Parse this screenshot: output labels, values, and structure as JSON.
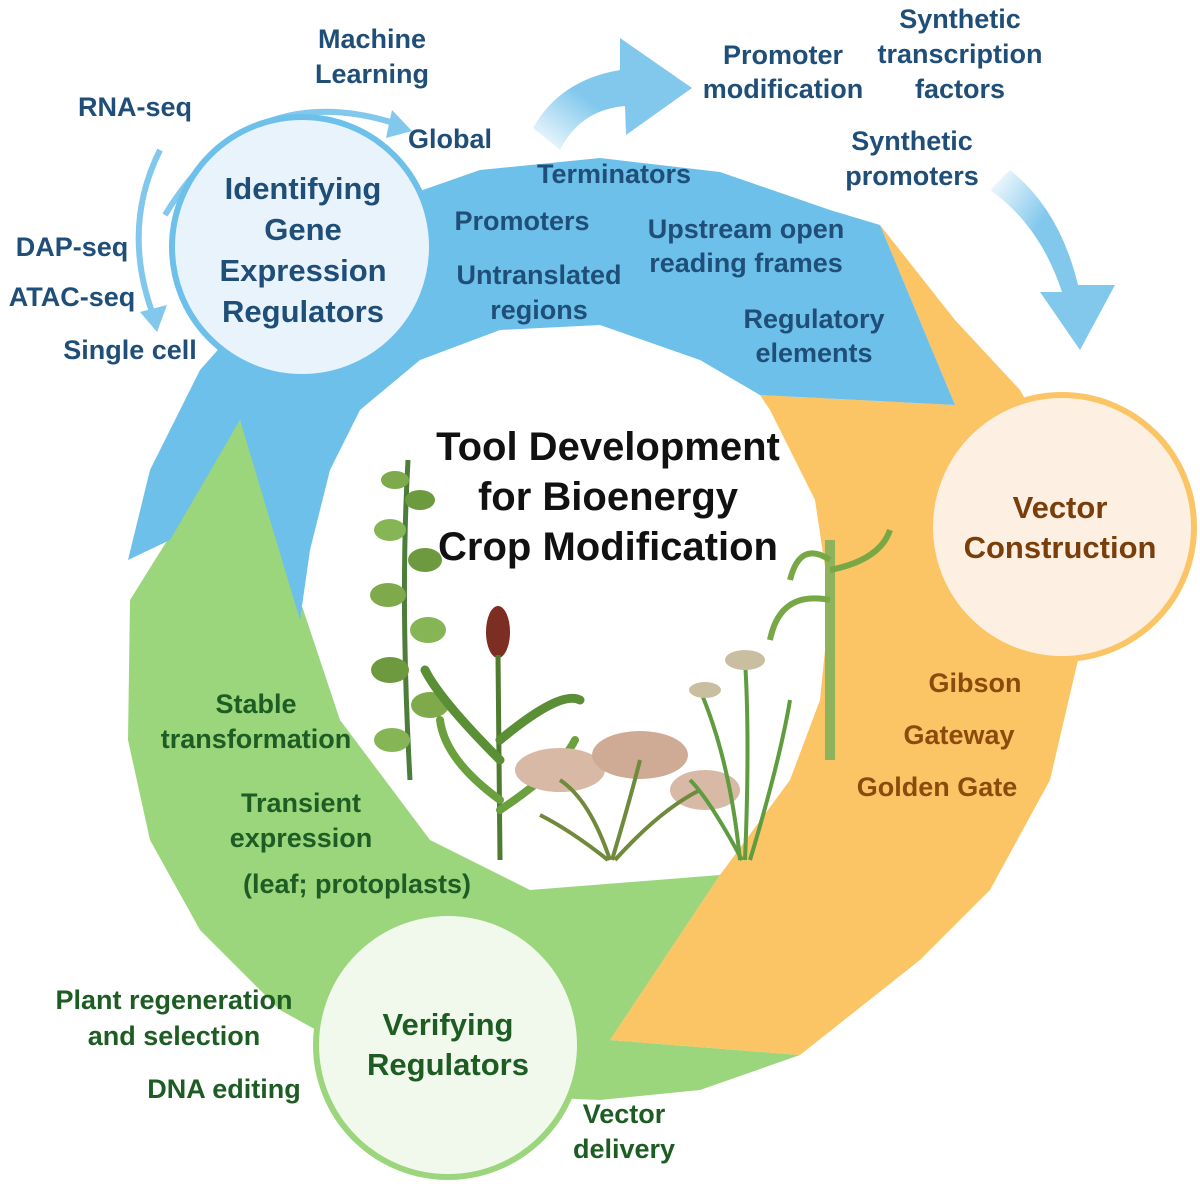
{
  "title_lines": [
    "Tool Development",
    "for Bioenergy",
    "Crop Modification"
  ],
  "hubs": {
    "identify": [
      "Identifying",
      "Gene",
      "Expression",
      "Regulators"
    ],
    "vector": [
      "Vector",
      "Construction"
    ],
    "verify": [
      "Verifying",
      "Regulators"
    ]
  },
  "identify_methods": {
    "machine_learning": [
      "Machine",
      "Learning"
    ],
    "rna_seq": "RNA-seq",
    "global": "Global",
    "dap_seq": "DAP-seq",
    "atac_seq": "ATAC-seq",
    "single_cell": "Single cell"
  },
  "regulator_types": {
    "terminators": "Terminators",
    "promoters": "Promoters",
    "untranslated": [
      "Untranslated",
      "regions"
    ],
    "uorfs": [
      "Upstream open",
      "reading frames"
    ],
    "regulatory": [
      "Regulatory",
      "elements"
    ]
  },
  "synthetic": {
    "promoter_mod": [
      "Promoter",
      "modification"
    ],
    "stf": [
      "Synthetic",
      "transcription",
      "factors"
    ],
    "syn_promoters": [
      "Synthetic",
      "promoters"
    ]
  },
  "assembly_methods": [
    "Gibson",
    "Gateway",
    "Golden Gate"
  ],
  "verification": {
    "stable": [
      "Stable",
      "transformation"
    ],
    "transient": [
      "Transient",
      "expression",
      "(leaf; protoplasts)"
    ],
    "regeneration": [
      "Plant regeneration",
      "and selection"
    ],
    "dna_editing": "DNA editing",
    "vector_delivery": [
      "Vector",
      "delivery"
    ]
  },
  "colors": {
    "blue": "#6cc0e9",
    "orange": "#fbc565",
    "green": "#9bd57c",
    "arrow_blue": "#82c8ed",
    "hub_blue_fill": "#e8f3fb",
    "hub_orange_fill": "#fdf0e3",
    "hub_green_fill": "#f1f9ec",
    "text_blue": "#1f4e78",
    "text_orange": "#8a4b0c",
    "text_green": "#1d5d24"
  },
  "icons": [
    "poplar-plant-icon",
    "sorghum-plant-icon",
    "miscanthus-grass-icon",
    "switchgrass-icon",
    "sugarcane-plant-icon"
  ]
}
